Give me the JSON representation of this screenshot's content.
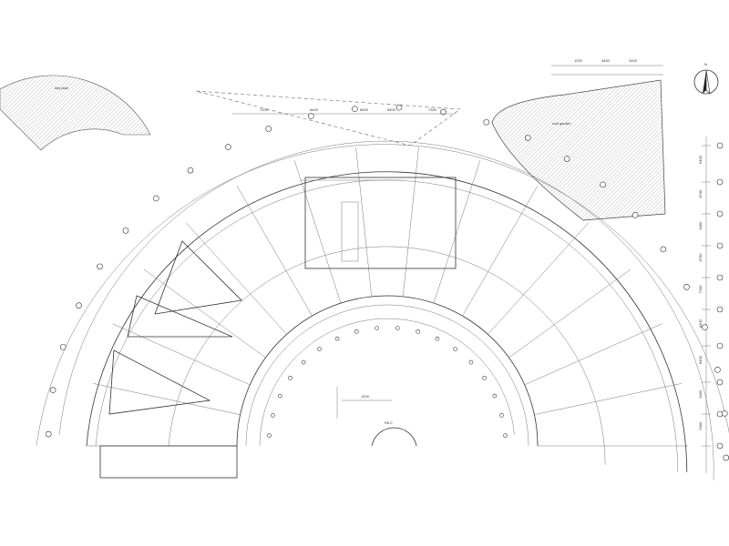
{
  "drawing": {
    "north_label": "N",
    "key_plan_label": "key plan",
    "dimension_labels": [
      "7200",
      "8400",
      "8400",
      "8400",
      "7200",
      "1200",
      "3400",
      "2400"
    ],
    "courtyard_radius_label": "R6.0",
    "scale_dim_label": "1200",
    "area_note": "roof garden",
    "right_dims": [
      "5400",
      "8700",
      "8400",
      "8700",
      "7200",
      "8400",
      "8400",
      "8400",
      "5400"
    ]
  },
  "colors": {
    "line": "#333333",
    "hatch": "#999999",
    "background": "#ffffff"
  }
}
